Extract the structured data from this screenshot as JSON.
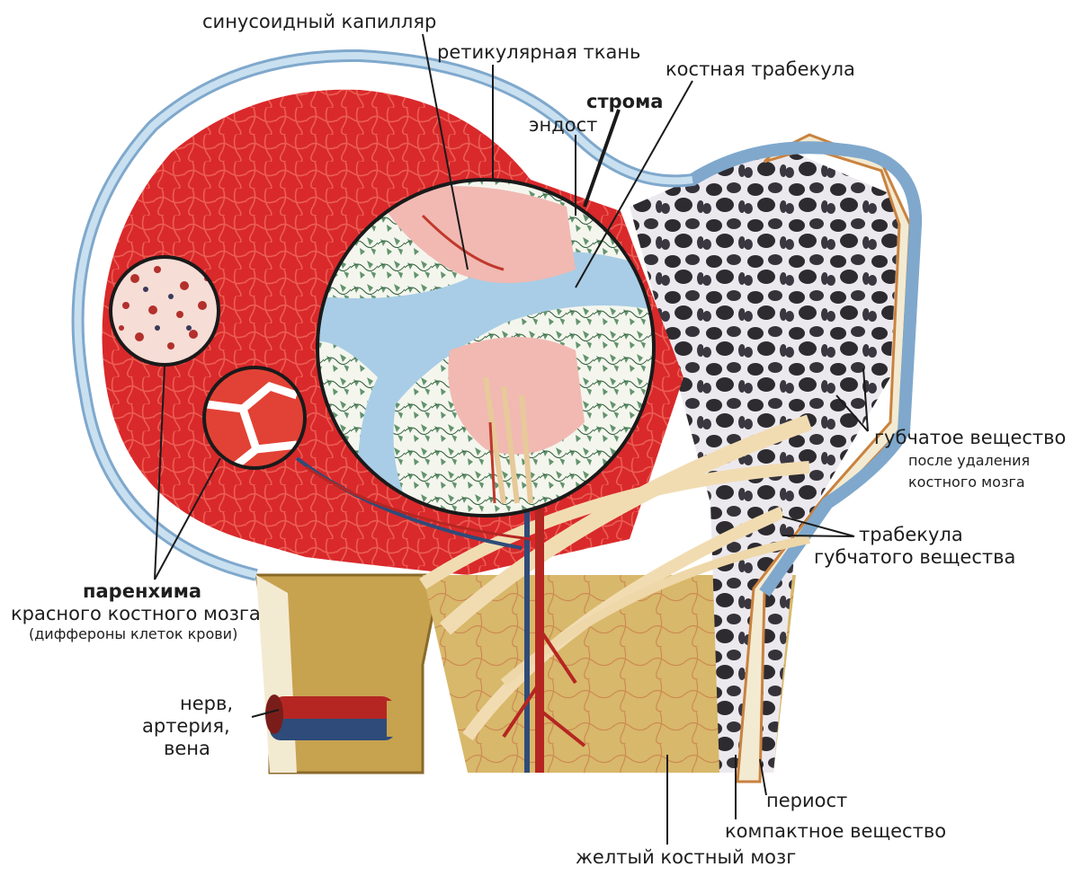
{
  "labels": {
    "sinusoid": "синусоидный капилляр",
    "reticular": "ретикулярная ткань",
    "trabecula_bone": "костная трабекула",
    "stroma": "строма",
    "endost": "эндост",
    "spongy_1": "губчатое вещество",
    "spongy_2": "после удаления",
    "spongy_3": "костного мозга",
    "trab_spongy_1": "трабекула",
    "trab_spongy_2": "губчатого вещества",
    "parenchyma_1": "паренхима",
    "parenchyma_2": "красного костного мозга",
    "parenchyma_3": "(диффероны клеток крови)",
    "nerve_1": "нерв,",
    "nerve_2": "артерия,",
    "nerve_3": "вена",
    "periost": "периост",
    "compact": "компактное вещество",
    "yellow": "желтый костный мозг"
  },
  "colors": {
    "red_marrow": "#d9292b",
    "periosteum_blue": "#9cc3e0",
    "trabecula_blue": "#a9cde6",
    "yellow_marrow": "#d8b86a",
    "compact_bone": "#f3ead2",
    "spongy_dark": "#2d2b30",
    "orange_rim": "#c9823f"
  },
  "icons": {
    "leader_lines": "pointer-line"
  }
}
